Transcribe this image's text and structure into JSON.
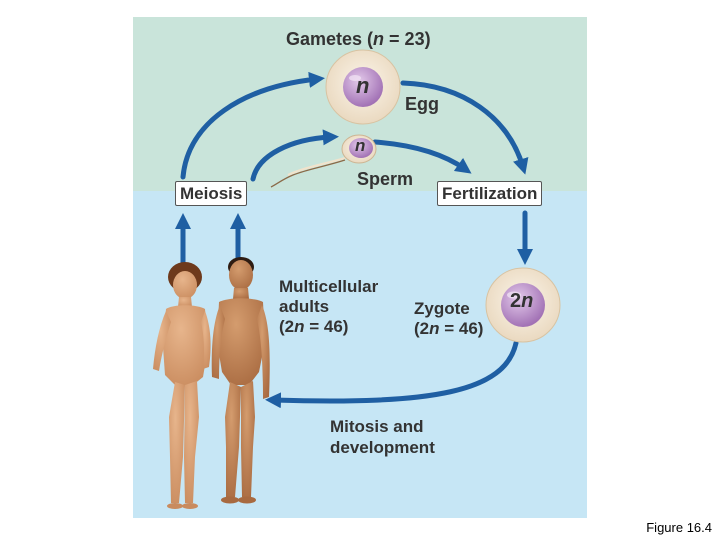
{
  "colors": {
    "top_band": "#c9e4da",
    "bottom_band": "#c6e6f5",
    "arrow": "#1f5fa3",
    "nucleus": "#b98ac6",
    "cell_ring": "#f4ead9"
  },
  "title": {
    "pre": "Gametes (",
    "var": "n",
    "post": " = 23)"
  },
  "egg": {
    "label": "Egg",
    "nucleus": "n"
  },
  "sperm": {
    "label": "Sperm",
    "nucleus": "n"
  },
  "meiosis_label": "Meiosis",
  "fertilization_label": "Fertilization",
  "zygote": {
    "line1": "Zygote",
    "line2_pre": "(2",
    "line2_var": "n",
    "line2_post": " = 46)",
    "nucleus_num": "2",
    "nucleus_var": "n"
  },
  "adults": {
    "line1": "Multicellular",
    "line2": "adults",
    "line3_pre": "(2",
    "line3_var": "n",
    "line3_post": " = 46)"
  },
  "mitosis": {
    "line1": "Mitosis and",
    "line2": "development"
  },
  "caption": "Figure 16.4"
}
